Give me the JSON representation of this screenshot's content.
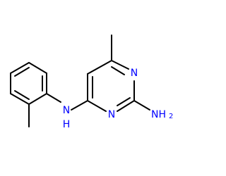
{
  "molecule": {
    "atoms": {
      "n_ring_top": "N",
      "n_ring_bottom": "N",
      "n_amine_link": "N",
      "nh2": {
        "symbol": "NH",
        "subscript": "2"
      },
      "nh_h": "H"
    },
    "colors": {
      "bond": "#000000",
      "nitrogen": "#0000ff",
      "background": "#ffffff"
    }
  }
}
